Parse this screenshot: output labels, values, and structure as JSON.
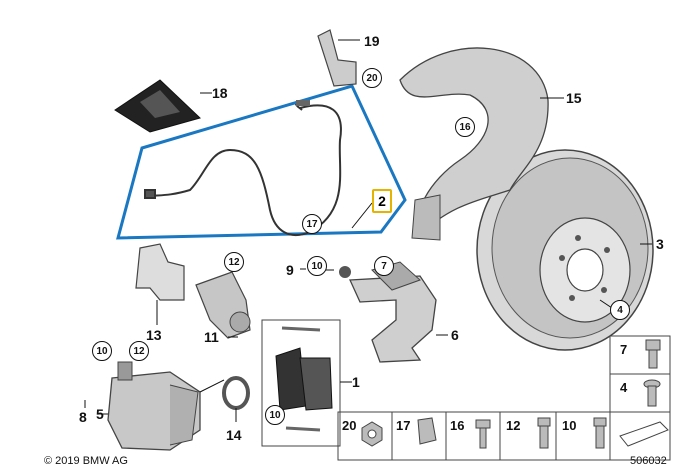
{
  "callouts": {
    "c1": "1",
    "c2": "2",
    "c3": "3",
    "c4": "4",
    "c5": "5",
    "c6": "6",
    "c7": "7",
    "c8": "8",
    "c9": "9",
    "c10a": "10",
    "c10b": "10",
    "c10c": "10",
    "c11": "11",
    "c12a": "12",
    "c12b": "12",
    "c13": "13",
    "c14": "14",
    "c15": "15",
    "c16": "16",
    "c17": "17",
    "c18": "18",
    "c19": "19",
    "c20": "20"
  },
  "parts_table": {
    "bottom_row": [
      "20",
      "17",
      "16",
      "12",
      "10"
    ],
    "right_col": [
      "7",
      "4"
    ]
  },
  "footer": {
    "copyright": "© 2019 BMW AG",
    "diagram_id": "506032"
  },
  "colors": {
    "highlight_box": "#1a78c2",
    "highlight_label": "#e3b400",
    "line": "#111111"
  }
}
